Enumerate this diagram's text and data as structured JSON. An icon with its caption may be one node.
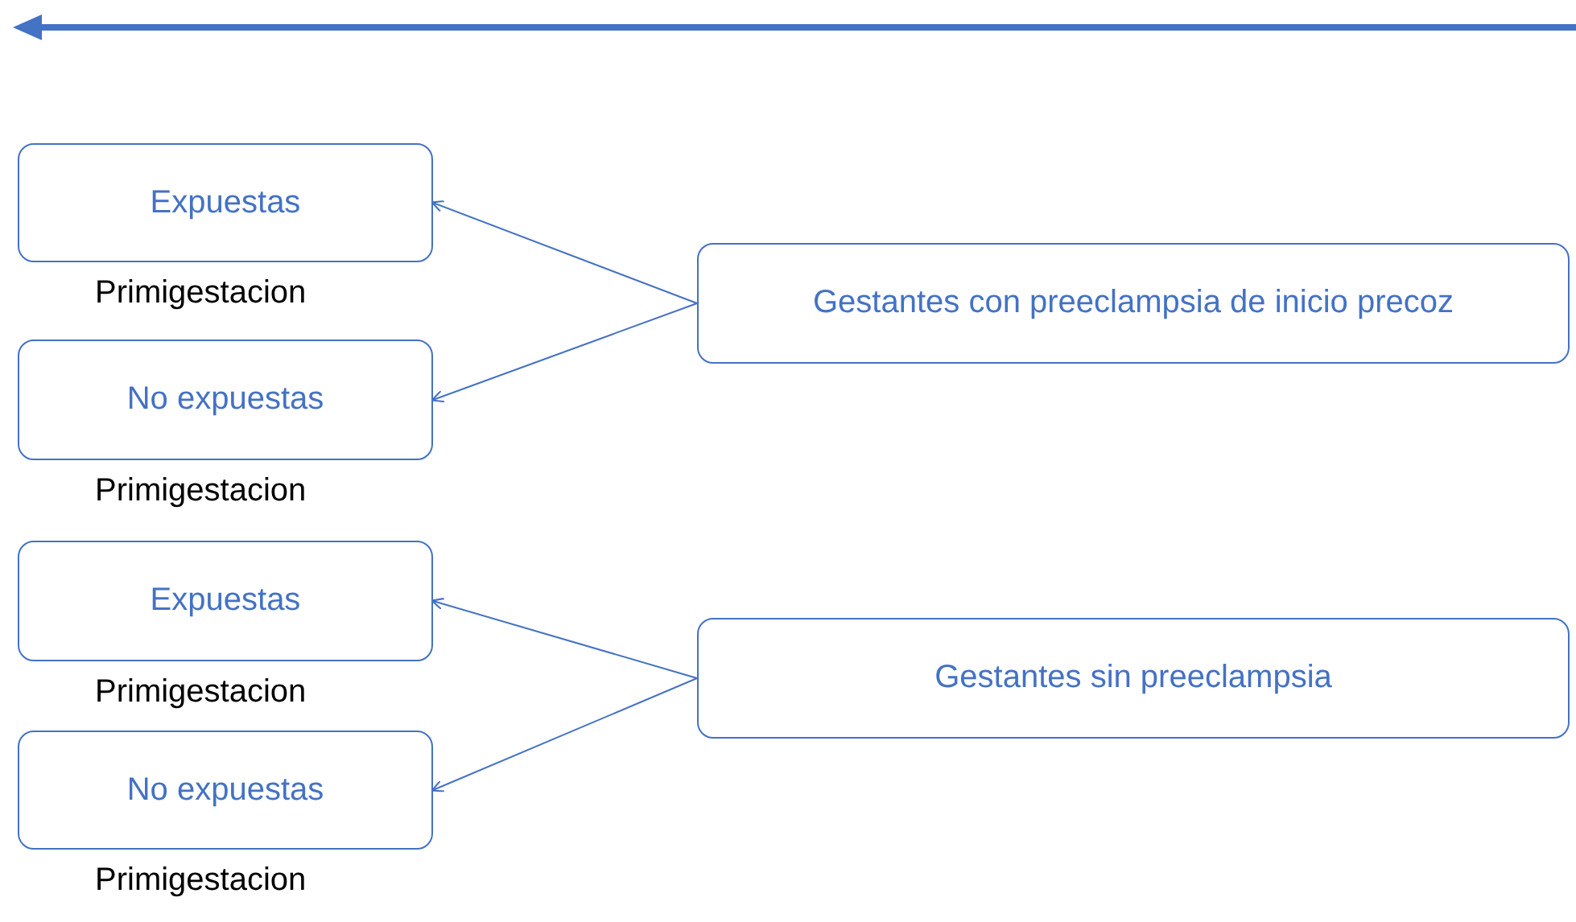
{
  "diagram": {
    "nodes": [
      {
        "text": [
          "Expuestas"
        ],
        "beside": [
          "Primigestacion"
        ]
      },
      {
        "text": [
          "No expuestas"
        ],
        "beside": [
          "Primigestacion"
        ]
      },
      {
        "text": [
          "Expuestas"
        ],
        "beside": [
          "Primigestacion"
        ]
      },
      {
        "text": [
          "No expuestas"
        ],
        "beside": [
          "Primigestacion"
        ]
      },
      {
        "text": [
          "Gestantes con preeclampsia de inicio precoz"
        ]
      },
      {
        "text": [
          "Gestantes sin preeclampsia"
        ]
      }
    ],
    "edges": [
      {
        "from": 4,
        "to": 0,
        "arrow": "to"
      },
      {
        "from": 4,
        "to": 1,
        "arrow": "to"
      },
      {
        "from": 5,
        "to": 2,
        "arrow": "to"
      },
      {
        "from": 5,
        "to": 3,
        "arrow": "to"
      }
    ]
  }
}
